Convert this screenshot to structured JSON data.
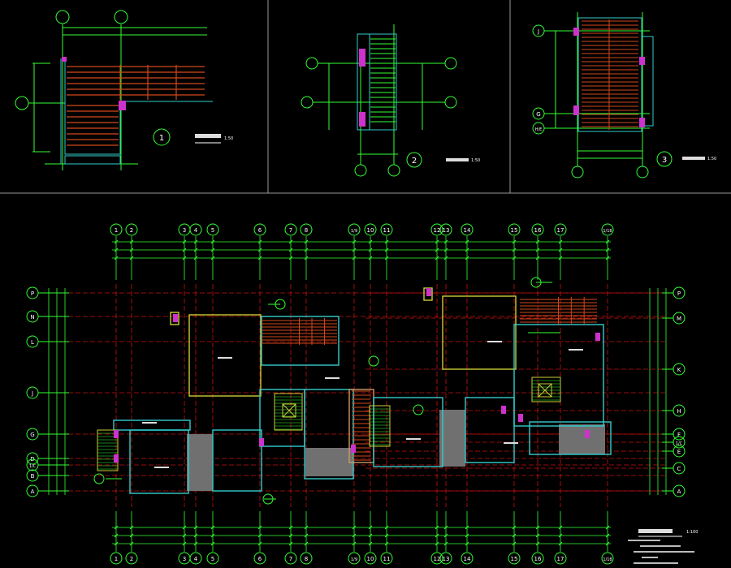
{
  "colors": {
    "background": "#000000",
    "axis": "#33ff33",
    "grid": "#cc1111",
    "wall_cyan": "#33cccc",
    "wall_yellow": "#cccc33",
    "deck": "#d2491c",
    "core": "#707070",
    "magenta": "#cc33cc",
    "text": "#ffffff",
    "frame": "#9a9a9a"
  },
  "details": [
    {
      "number": "1",
      "scale": "1:50"
    },
    {
      "number": "2",
      "scale": "1:50"
    },
    {
      "number": "3",
      "scale": "1:50"
    }
  ],
  "main_plan": {
    "scale": "1:100",
    "columns": [
      "1",
      "2",
      "3",
      "4",
      "5",
      "6",
      "7",
      "8",
      "1/9",
      "10",
      "11",
      "12",
      "13",
      "14",
      "15",
      "16",
      "17",
      "1/18"
    ],
    "rows_left": [
      "P",
      "N",
      "L",
      "J",
      "G",
      "D",
      "1/C",
      "B",
      "A"
    ],
    "rows_right": [
      "P",
      "M",
      "K",
      "H",
      "F",
      "1/C",
      "E",
      "C",
      "A"
    ]
  },
  "detail1_axes": {
    "top": [
      "",
      ""
    ],
    "left": [
      ""
    ]
  },
  "detail3_axes": {
    "left": [
      "J",
      "G",
      "H/E"
    ]
  }
}
